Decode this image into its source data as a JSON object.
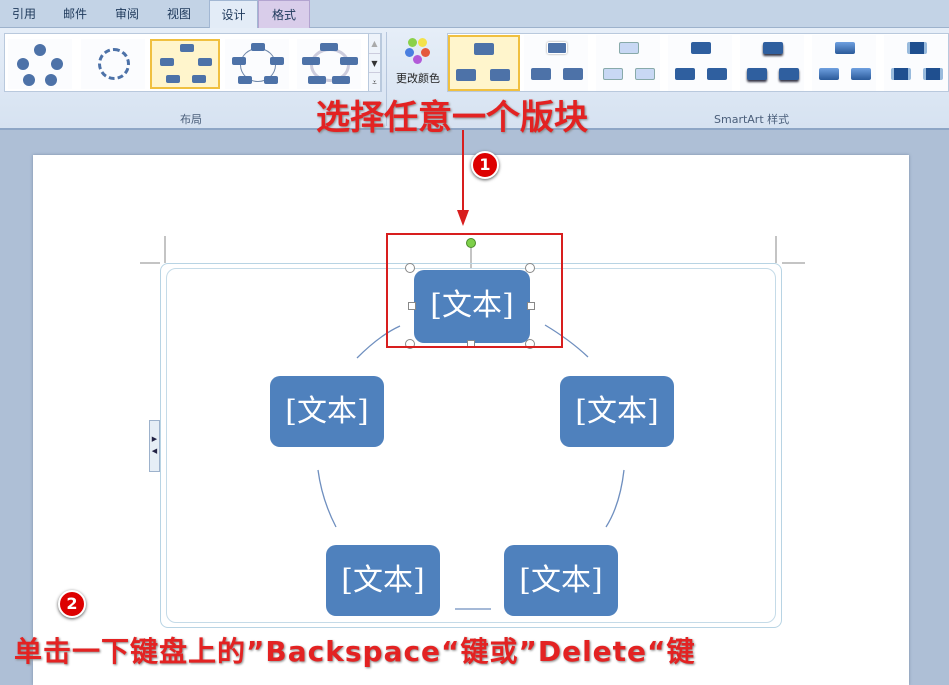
{
  "tabs": [
    {
      "label": "引用"
    },
    {
      "label": "邮件"
    },
    {
      "label": "审阅"
    },
    {
      "label": "视图"
    },
    {
      "label": "设计"
    },
    {
      "label": "格式"
    }
  ],
  "ribbon": {
    "layout_group": "布局",
    "change_color": "更改颜色",
    "styles_group": "SmartArt 样式"
  },
  "diagram": {
    "nodes": [
      "[文本]",
      "[文本]",
      "[文本]",
      "[文本]",
      "[文本]"
    ]
  },
  "annotations": {
    "step1_text": "选择任意一个版块",
    "step1_badge": "1",
    "step2_badge": "2",
    "step2_text": "单击一下键盘上的”Backspace“键或”Delete“键"
  },
  "colors": {
    "accent": "#4f81bd",
    "annotation": "#e32222"
  }
}
